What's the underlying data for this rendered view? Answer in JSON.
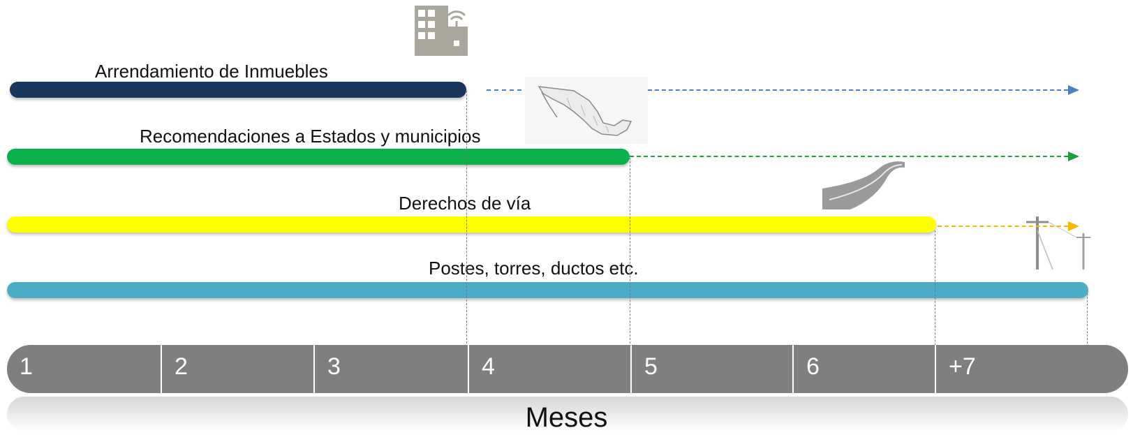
{
  "timeline": {
    "rows": [
      {
        "label": "Arrendamiento de Inmuebles",
        "color": "#1a365d",
        "dash_color": "#4a7fc6",
        "icon": "building-antenna-icon"
      },
      {
        "label": "Recomendaciones a Estados y municipios",
        "color": "#0db14b",
        "dash_color": "#1aa03a",
        "icon": "mexico-map-icon"
      },
      {
        "label": "Derechos de vía",
        "color": "#ffff00",
        "dash_color": "#f6b800",
        "icon": "road-icon"
      },
      {
        "label": "Postes, torres, ductos etc.",
        "color": "#4bacc6",
        "dash_color": "",
        "icon": "power-pole-icon"
      }
    ],
    "axis": {
      "months": [
        "1",
        "2",
        "3",
        "4",
        "5",
        "6",
        "+7"
      ],
      "title": "Meses",
      "color": "#7f7f7f"
    }
  }
}
